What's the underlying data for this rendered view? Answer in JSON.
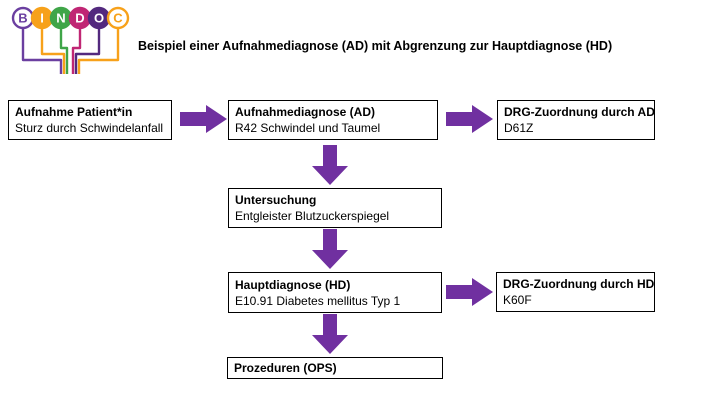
{
  "logo": {
    "name": "BINDOC",
    "letters": [
      {
        "char": "B",
        "color": "#6B3FA0",
        "style": "outline"
      },
      {
        "char": "I",
        "color": "#F7A11A",
        "style": "filled"
      },
      {
        "char": "N",
        "color": "#3FA548",
        "style": "filled"
      },
      {
        "char": "D",
        "color": "#C02674",
        "style": "filled"
      },
      {
        "char": "O",
        "color": "#53297E",
        "style": "filled"
      },
      {
        "char": "C",
        "color": "#F7A11A",
        "style": "outline"
      }
    ]
  },
  "title": "Beispiel einer Aufnahmediagnose (AD) mit Abgrenzung zur Hauptdiagnose (HD)",
  "flowchart": {
    "arrow_color": "#7030A0",
    "nodes": {
      "admission": {
        "heading": "Aufnahme Patient*in",
        "detail": "Sturz durch Schwindelanfall"
      },
      "admission_diagnosis": {
        "heading": "Aufnahmediagnose (AD)",
        "detail": "R42 Schwindel und Taumel"
      },
      "drg_ad": {
        "heading": "DRG-Zuordnung durch AD",
        "detail": "D61Z"
      },
      "examination": {
        "heading": "Untersuchung",
        "detail": "Entgleister Blutzuckerspiegel"
      },
      "main_diagnosis": {
        "heading": "Hauptdiagnose (HD)",
        "detail": "E10.91 Diabetes mellitus Typ 1"
      },
      "drg_hd": {
        "heading": "DRG-Zuordnung durch HD",
        "detail": "K60F"
      },
      "procedures": {
        "heading": "Prozeduren (OPS)"
      }
    }
  }
}
